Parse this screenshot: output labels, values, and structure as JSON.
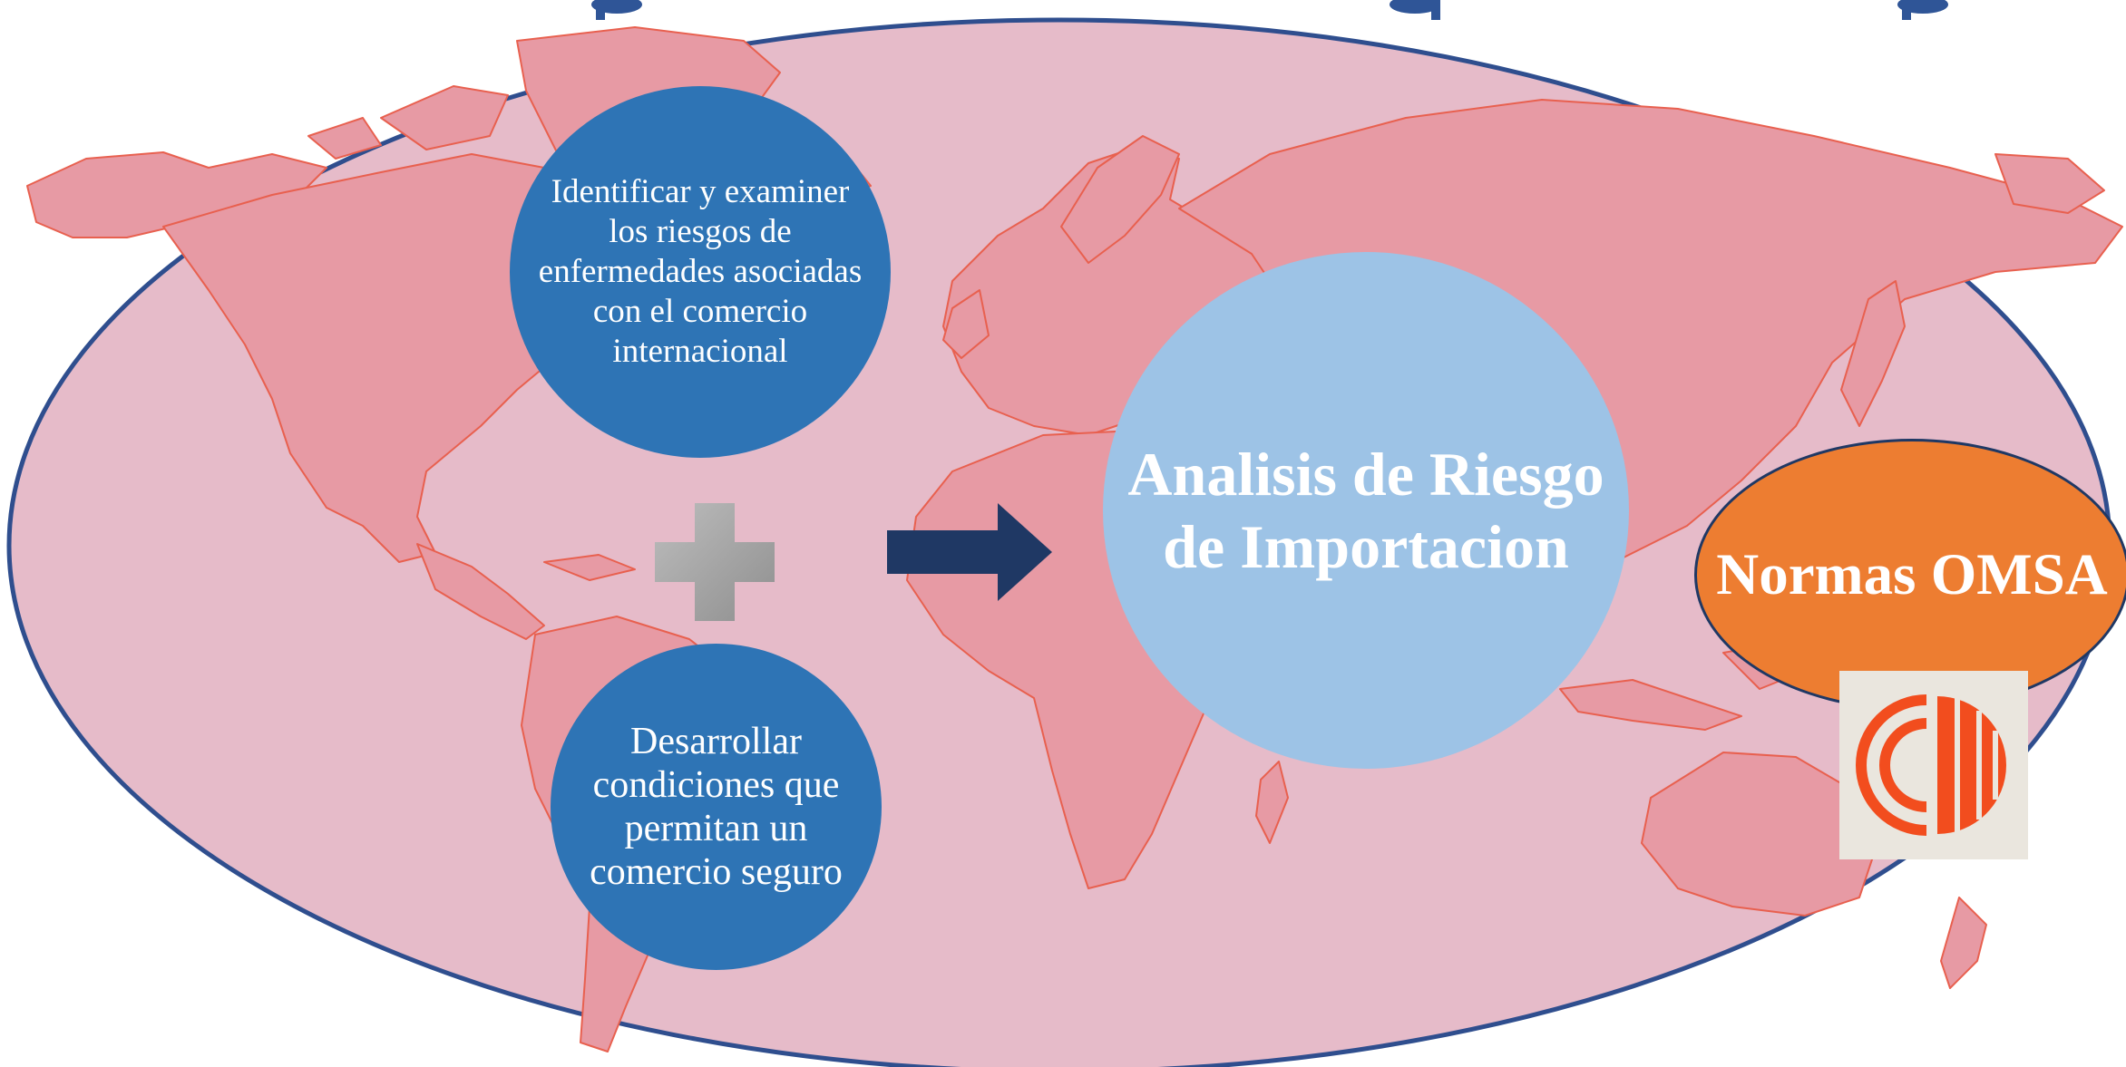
{
  "title": {
    "partial_text": "p g p"
  },
  "diagram": {
    "circle_identify": "Identificar y examiner los riesgos de enfermedades asociadas con el comercio internacional",
    "circle_develop": "Desarrollar condiciones que permitan un comercio seguro",
    "circle_result": "Analisis de Riesgo de Importacion",
    "circle_standards": "Normas OMSA"
  },
  "colors": {
    "background_ellipse": "#E6BBC9",
    "land": "#E79AA4",
    "land_border": "#E8604F",
    "ellipse_border": "#2F4E8E",
    "circle_dark_blue": "#2E74B5",
    "circle_light_blue": "#9DC3E6",
    "circle_orange": "#ED7D31",
    "arrow": "#1F3864",
    "plus": "#A6A6A6",
    "title": "#2F5597"
  },
  "icons": {
    "plus": "plus-icon",
    "arrow": "right-arrow-icon",
    "logo": "omsa-logo-icon"
  }
}
